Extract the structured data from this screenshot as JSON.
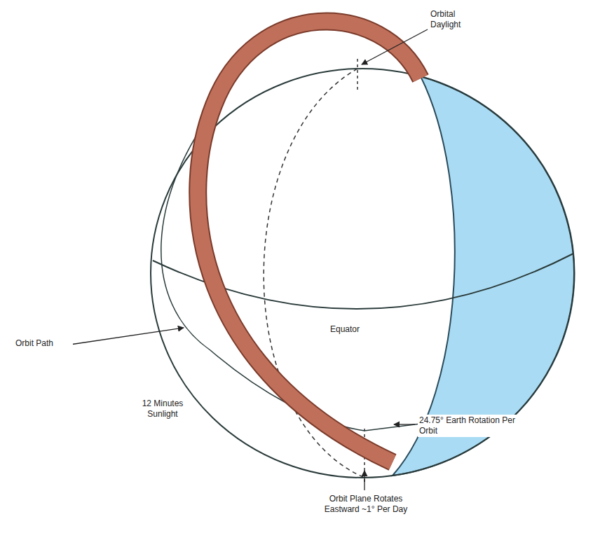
{
  "diagram": {
    "labels": [
      "Orbital Daylight",
      "Orbit Path",
      "Equator",
      "12 Minutes Sunlight",
      "24.75° Earth Rotation Per Orbit",
      "Orbit Plane Rotates Eastward ~1° Per Day"
    ]
  }
}
